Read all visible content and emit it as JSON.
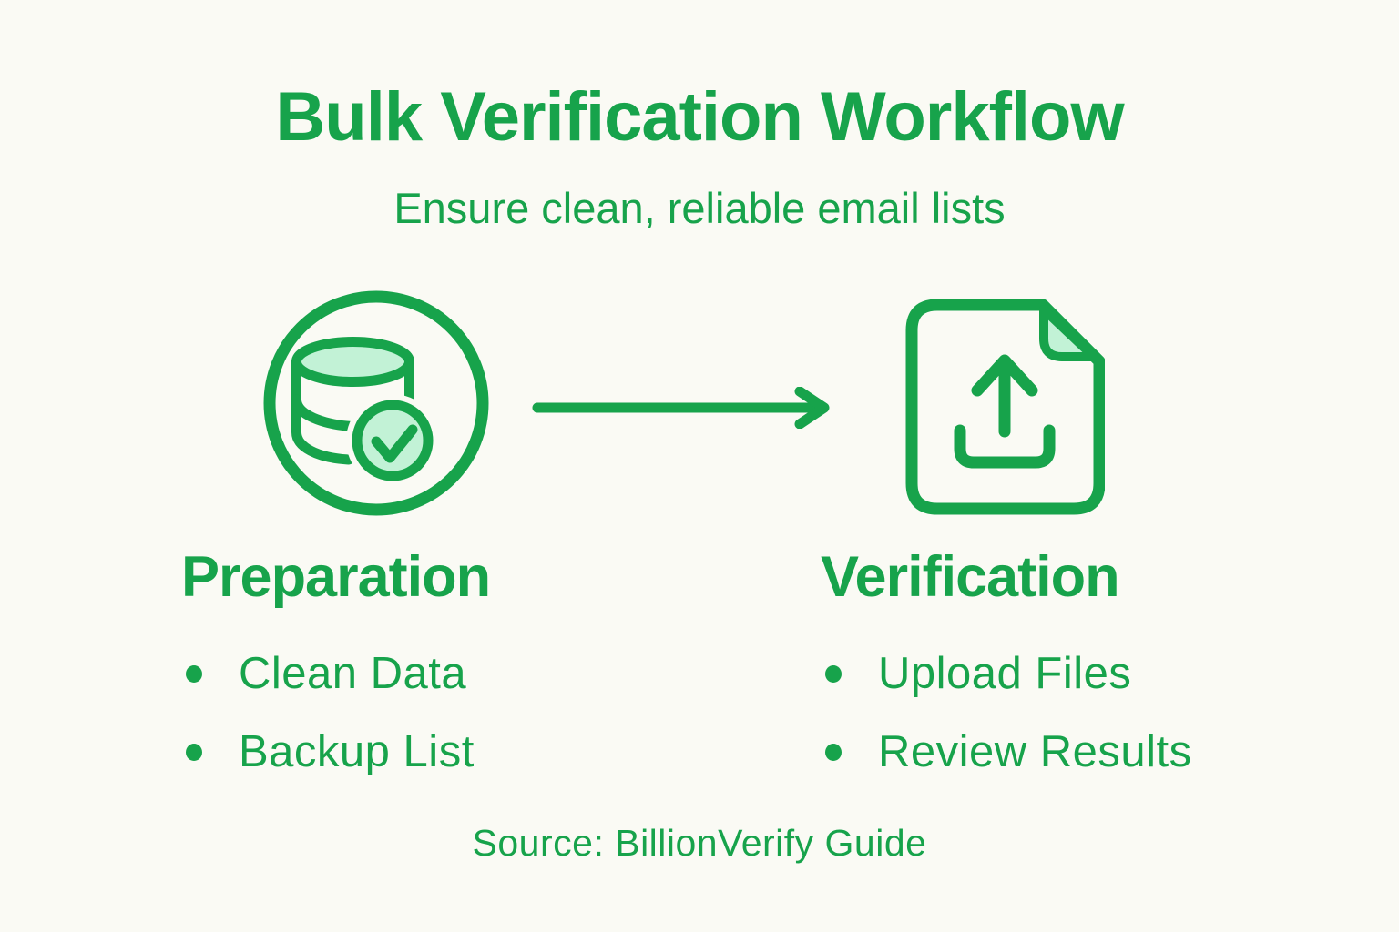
{
  "palette": {
    "green": "#17a34b",
    "mint": "#c2f2d6",
    "background": "#fafaf4"
  },
  "header": {
    "title": "Bulk Verification Workflow",
    "subtitle": "Ensure clean, reliable email lists"
  },
  "flow": {
    "connector": "right-arrow",
    "steps": [
      {
        "icon": "database-check-icon",
        "heading": "Preparation",
        "bullets": [
          "Clean Data",
          "Backup List"
        ]
      },
      {
        "icon": "file-upload-icon",
        "heading": "Verification",
        "bullets": [
          "Upload Files",
          "Review Results"
        ]
      }
    ]
  },
  "footer": {
    "source": "Source: BillionVerify Guide"
  }
}
